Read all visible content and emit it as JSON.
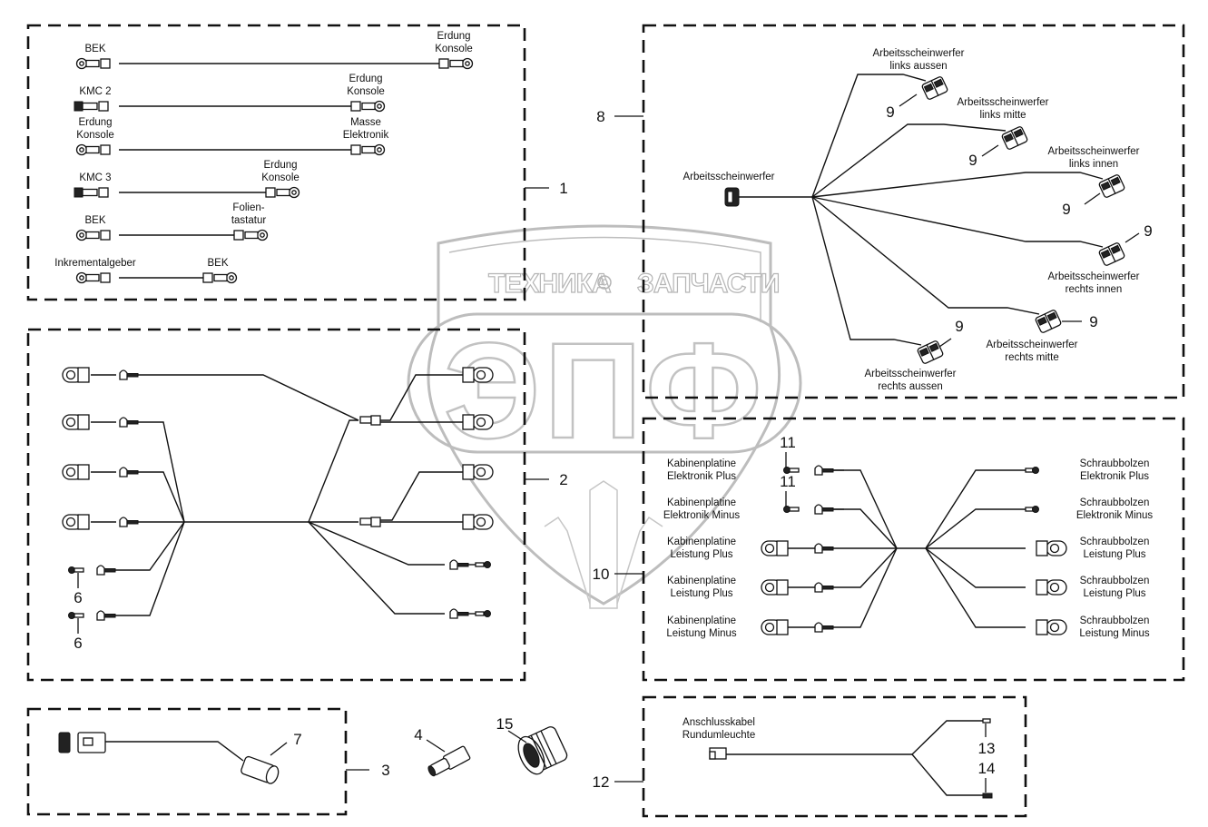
{
  "watermark": {
    "left_text": "ТЕХНИКА",
    "right_text": "ЗАПЧАСТИ",
    "monogram": "ЭПФ",
    "gear_icon": "gear-icon"
  },
  "groups": [
    {
      "id": "1",
      "callout": "1"
    },
    {
      "id": "2",
      "callout": "2"
    },
    {
      "id": "3",
      "callout": "3"
    },
    {
      "id": "8",
      "callout": "8"
    },
    {
      "id": "10",
      "callout": "10"
    },
    {
      "id": "12",
      "callout": "12"
    }
  ],
  "group1_cables": [
    {
      "left": [
        "BEK"
      ],
      "right": [
        "Erdung",
        "Konsole"
      ],
      "left_type": "ring"
    },
    {
      "left": [
        "KMC 2"
      ],
      "right": [
        "Erdung",
        "Konsole"
      ],
      "left_type": "plug"
    },
    {
      "left": [
        "Erdung",
        "Konsole"
      ],
      "right": [
        "Masse",
        "Elektronik"
      ],
      "left_type": "ring"
    },
    {
      "left": [
        "KMC 3"
      ],
      "right": [
        "Erdung",
        "Konsole"
      ],
      "left_type": "plug"
    },
    {
      "left": [
        "BEK"
      ],
      "right": [
        "Folien-",
        "tastatur"
      ],
      "left_type": "ring"
    },
    {
      "left": [
        "Inkrementalgeber"
      ],
      "right": [
        "BEK"
      ],
      "left_type": "ring"
    }
  ],
  "group2": {
    "callouts": [
      "6",
      "6"
    ]
  },
  "group3": {
    "callout_part": "7"
  },
  "loose_parts": [
    {
      "callout": "4",
      "name": "connector-housing"
    },
    {
      "callout": "15",
      "name": "round-connector"
    }
  ],
  "group8": {
    "source_label": "Arbeitsscheinwerfer",
    "branches": [
      {
        "label": [
          "Arbeitsscheinwerfer",
          "links aussen"
        ],
        "callout": "9"
      },
      {
        "label": [
          "Arbeitsscheinwerfer",
          "links mitte"
        ],
        "callout": "9"
      },
      {
        "label": [
          "Arbeitsscheinwerfer",
          "links innen"
        ],
        "callout": "9"
      },
      {
        "label": [
          "Arbeitsscheinwerfer",
          "rechts innen"
        ],
        "callout": "9"
      },
      {
        "label": [
          "Arbeitsscheinwerfer",
          "rechts mitte"
        ],
        "callout": "9"
      },
      {
        "label": [
          "Arbeitsscheinwerfer",
          "rechts aussen"
        ],
        "callout": "9"
      }
    ]
  },
  "group10": {
    "callouts": [
      "11",
      "11"
    ],
    "left": [
      [
        "Kabinenplatine",
        "Elektronik Plus"
      ],
      [
        "Kabinenplatine",
        "Elektronik Minus"
      ],
      [
        "Kabinenplatine",
        "Leistung Plus"
      ],
      [
        "Kabinenplatine",
        "Leistung Plus"
      ],
      [
        "Kabinenplatine",
        "Leistung Minus"
      ]
    ],
    "right": [
      [
        "Schraubbolzen",
        "Elektronik Plus"
      ],
      [
        "Schraubbolzen",
        "Elektronik Minus"
      ],
      [
        "Schraubbolzen",
        "Leistung Plus"
      ],
      [
        "Schraubbolzen",
        "Leistung Plus"
      ],
      [
        "Schraubbolzen",
        "Leistung Minus"
      ]
    ]
  },
  "group12": {
    "label": [
      "Anschlusskabel",
      "Rundumleuchte"
    ],
    "callouts": [
      "13",
      "14"
    ]
  }
}
